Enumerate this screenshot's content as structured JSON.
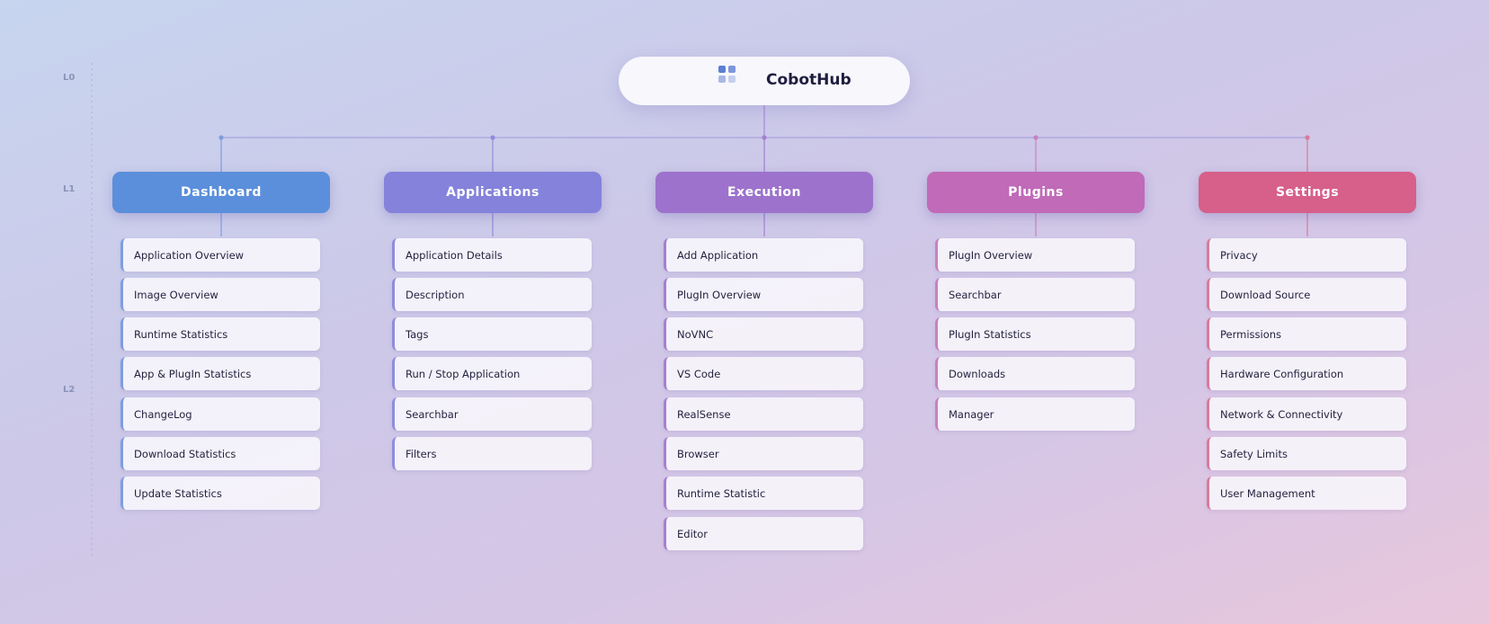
{
  "level_labels": [
    "L0",
    "L1",
    "L2"
  ],
  "root": {
    "title": "CobotHub",
    "icon": "grid-apps-icon"
  },
  "categories": [
    {
      "title": "Dashboard",
      "color": "#5b8fdb",
      "accent": "#7f9ede",
      "items": [
        "Application Overview",
        "Image Overview",
        "Runtime Statistics",
        "App & PlugIn Statistics",
        "ChangeLog",
        "Download Statistics",
        "Update Statistics"
      ]
    },
    {
      "title": "Applications",
      "color": "#8482db",
      "accent": "#8f8cdc",
      "items": [
        "Application Details",
        "Description",
        "Tags",
        "Run / Stop Application",
        "Searchbar",
        "Filters"
      ]
    },
    {
      "title": "Execution",
      "color": "#9d72cc",
      "accent": "#a57fd0",
      "items": [
        "Add Application",
        "PlugIn Overview",
        "NoVNC",
        "VS Code",
        "RealSense",
        "Browser",
        "Runtime Statistic",
        "Editor"
      ]
    },
    {
      "title": "Plugins",
      "color": "#c06ab8",
      "accent": "#c781c2",
      "items": [
        "PlugIn Overview",
        "Searchbar",
        "PlugIn Statistics",
        "Downloads",
        "Manager"
      ]
    },
    {
      "title": "Settings",
      "color": "#d6608a",
      "accent": "#d97a9c",
      "items": [
        "Privacy",
        "Download Source",
        "Permissions",
        "Hardware Configuration",
        "Network & Connectivity",
        "Safety Limits",
        "User Management"
      ]
    }
  ]
}
